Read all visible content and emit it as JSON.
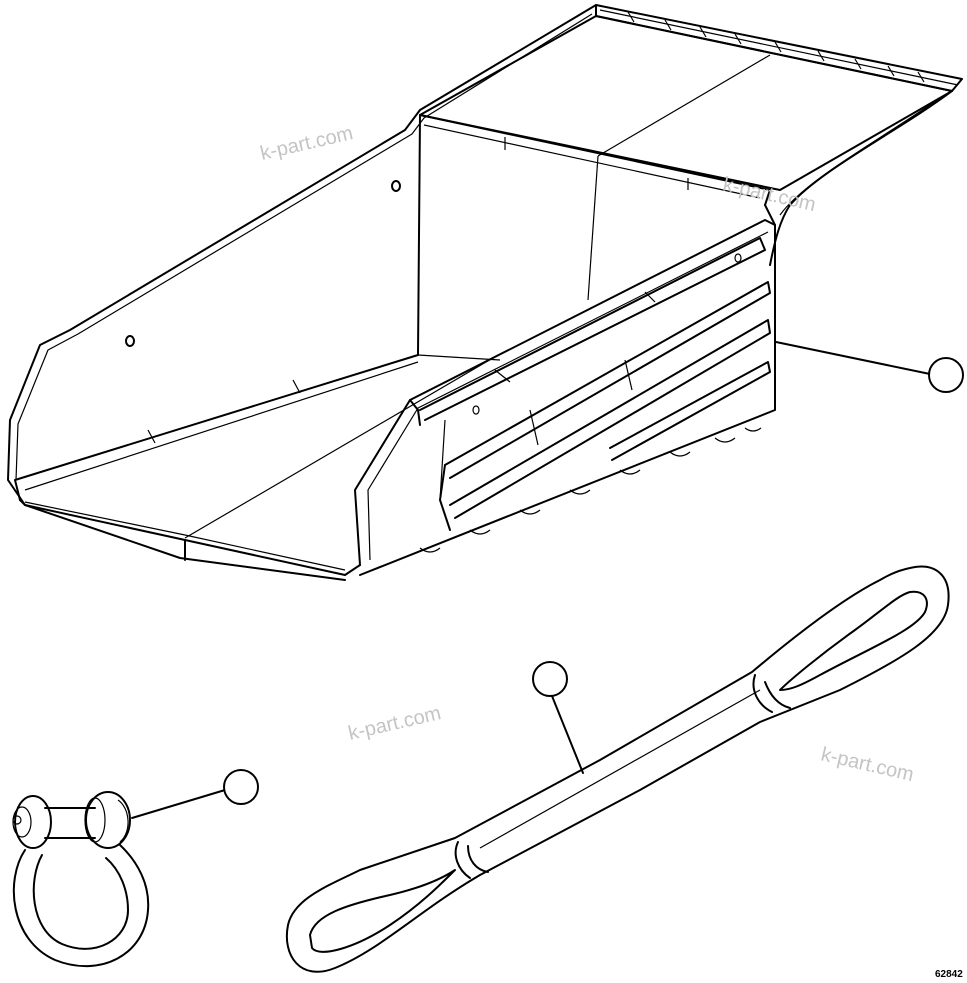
{
  "watermarks": [
    "k-part.com",
    "k-part.com",
    "k-part.com",
    "k-part.com"
  ],
  "reference_number": "62842",
  "parts": [
    {
      "name": "bucket",
      "callout": ""
    },
    {
      "name": "sling",
      "callout": ""
    },
    {
      "name": "shackle",
      "callout": ""
    }
  ]
}
